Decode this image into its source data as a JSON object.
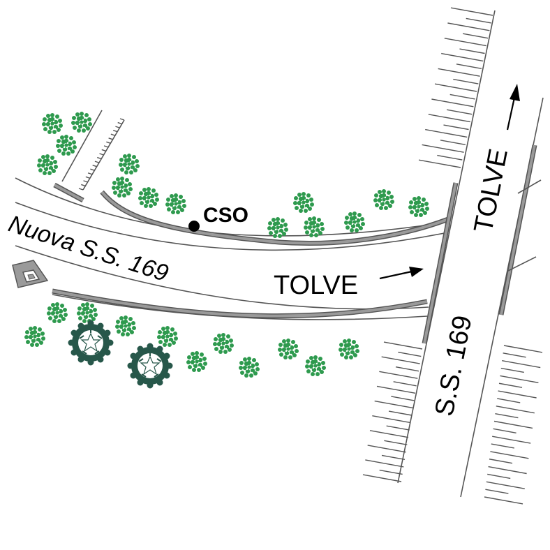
{
  "map": {
    "labels": {
      "nuova_road": "Nuova S.S. 169",
      "cso": "CSO",
      "tolve_horizontal": "TOLVE",
      "tolve_vertical": "TOLVE",
      "ss169": "S.S. 169"
    },
    "colors": {
      "tree": "#2e9a4e",
      "tree_dark": "#27574a",
      "road_line": "#555555",
      "guardrail_fill": "#9a9a9a",
      "guardrail_edge": "#555555"
    },
    "icons": [
      "tree-icon",
      "large-tree-icon",
      "arrow-right-icon",
      "arrow-up-icon",
      "cso-point-icon",
      "building-icon"
    ]
  }
}
